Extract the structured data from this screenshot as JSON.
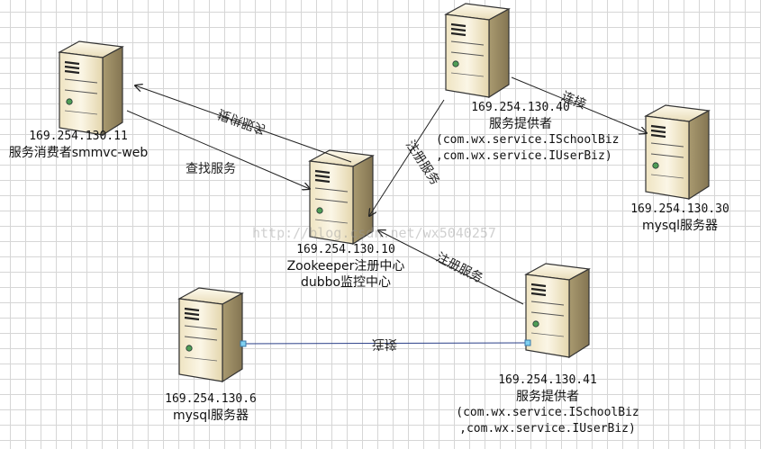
{
  "watermark": "http://blog.csdn.net/wx5040257",
  "nodes": {
    "consumer": {
      "ip": "169.254.130.11",
      "name": "服务消费者smmvc-web"
    },
    "zookeeper": {
      "ip": "169.254.130.10",
      "name": "Zookeeper注册中心",
      "sub": "dubbo监控中心"
    },
    "provider40": {
      "ip": "169.254.130.40",
      "name": "服务提供者",
      "iface1": "(com.wx.service.ISchoolBiz",
      "iface2": ",com.wx.service.IUserBiz)"
    },
    "mysql30": {
      "ip": "169.254.130.30",
      "name": "mysql服务器"
    },
    "provider41": {
      "ip": "169.254.130.41",
      "name": "服务提供者",
      "iface1": "(com.wx.service.ISchoolBiz",
      "iface2": ",com.wx.service.IUserBiz)"
    },
    "mysql6": {
      "ip": "169.254.130.6",
      "name": "mysql服务器"
    }
  },
  "edges": {
    "provide_service": "提供服务",
    "find_service": "查找服务",
    "register_40": "注册服务",
    "register_41": "注册服务",
    "connect_40_30": "连接",
    "connect_41_6": "连接"
  }
}
